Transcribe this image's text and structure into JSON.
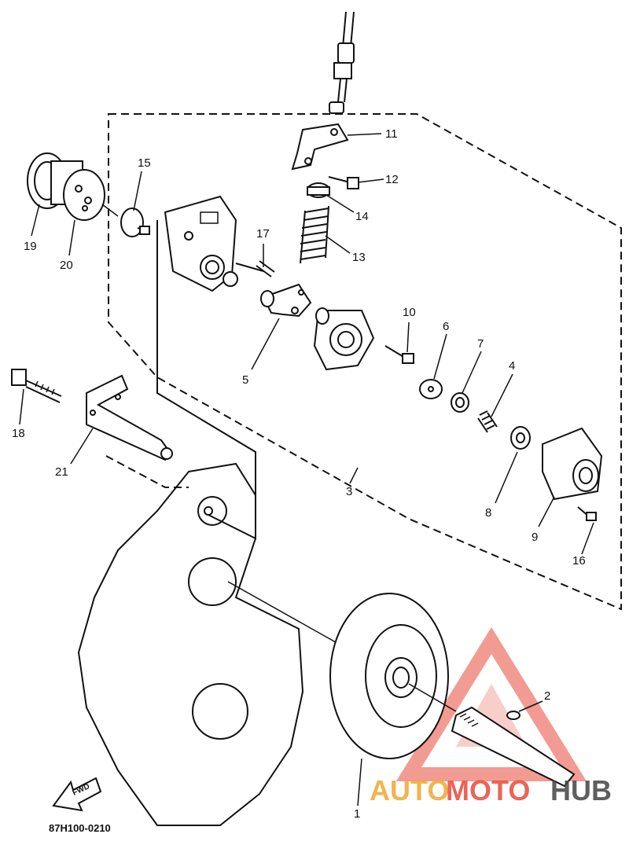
{
  "diagram": {
    "part_numbers": {
      "p1": "1",
      "p2": "2",
      "p3": "3",
      "p4": "4",
      "p5": "5",
      "p6": "6",
      "p7": "7",
      "p8": "8",
      "p9": "9",
      "p10": "10",
      "p11": "11",
      "p12": "12",
      "p13": "13",
      "p14": "14",
      "p15": "15",
      "p16": "16",
      "p17": "17",
      "p18": "18",
      "p19": "19",
      "p20": "20",
      "p21": "21"
    },
    "fwd_label": "FWD",
    "drawing_code": "87H100-0210"
  },
  "watermark": {
    "brand_auto": "AUTO",
    "brand_moto": "MOTO",
    "brand_hub": "HUB",
    "colors": {
      "triangle": "#e84a3a",
      "auto": "#f0a830",
      "moto": "#e84a3a",
      "hub": "#444444"
    }
  }
}
